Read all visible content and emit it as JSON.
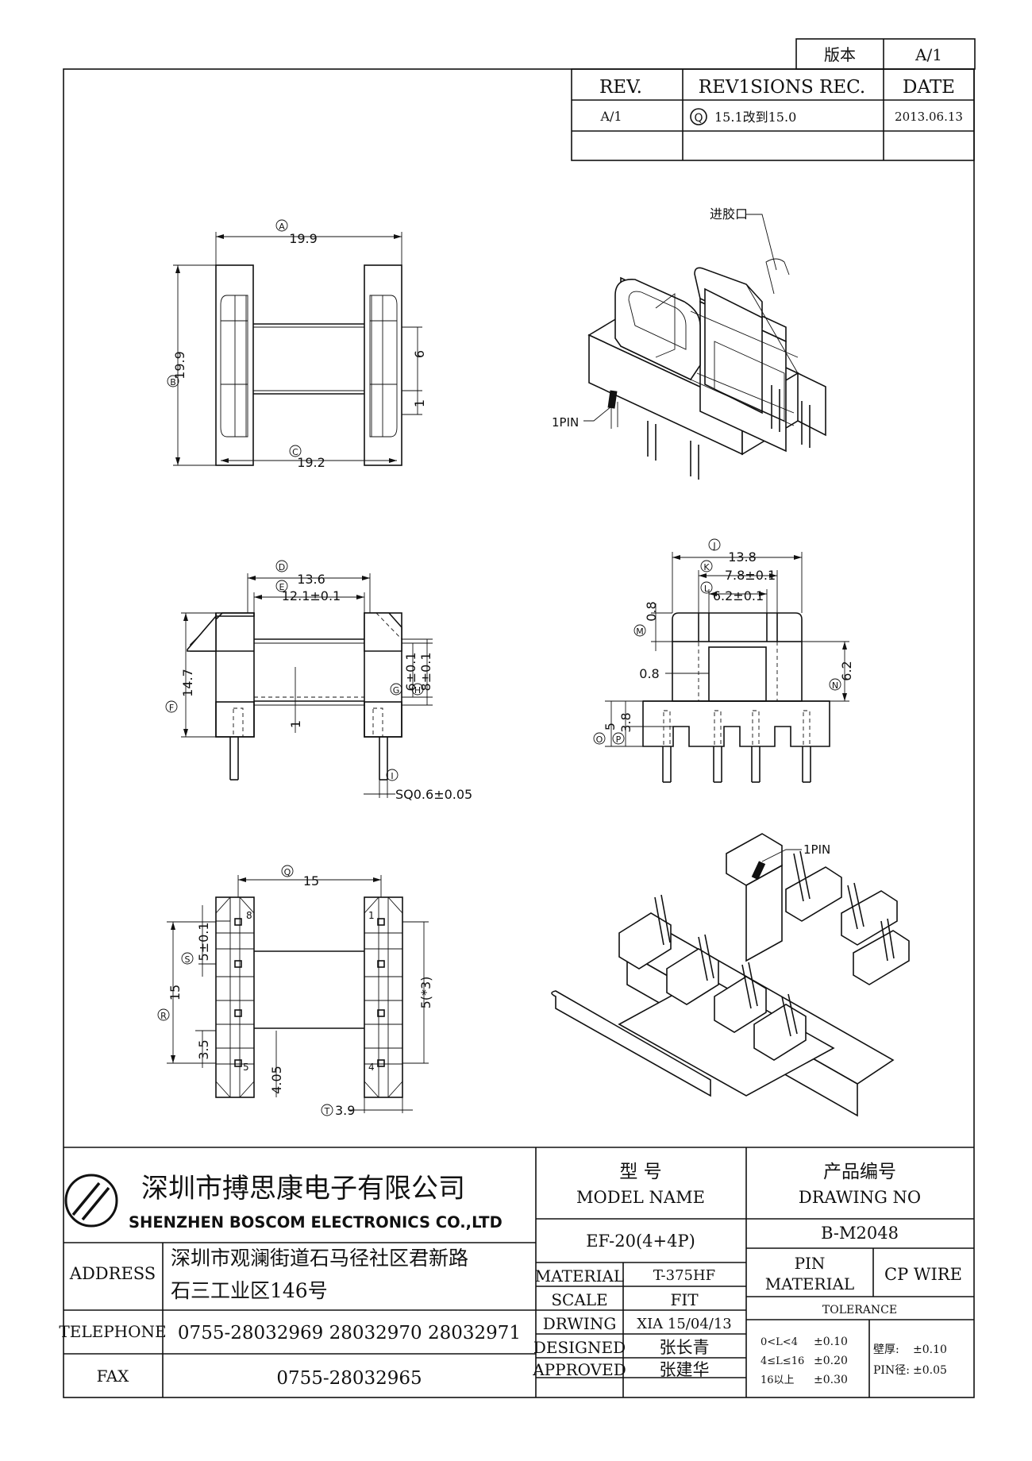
{
  "header": {
    "version_label": "版本",
    "version_value": "A/1",
    "rev_col": "REV.",
    "revisions_col": "REV1SIONS REC.",
    "date_col": "DATE",
    "rows": [
      {
        "rev": "A/1",
        "badge": "Q",
        "text": "15.1改到15.0",
        "date": "2013.06.13"
      }
    ]
  },
  "callouts": {
    "gate": "进胶口",
    "pin1_top": "1PIN",
    "pin1_bottom": "1PIN"
  },
  "dimensions": {
    "A": {
      "label": "A",
      "value": "19.9"
    },
    "B": {
      "label": "B",
      "value": "19.9"
    },
    "C": {
      "label": "C",
      "value": "19.2"
    },
    "v6": "6",
    "v1": "1",
    "D": {
      "label": "D",
      "value": "13.6"
    },
    "E": {
      "label": "E",
      "value": "12.1±0.1"
    },
    "F": {
      "label": "F",
      "value": "14.7"
    },
    "G": {
      "label": "G",
      "value": "6±0.1"
    },
    "H": {
      "label": "H",
      "value": "8±0.1"
    },
    "v1b": "1",
    "I": {
      "label": "I",
      "value": "SQ0.6±0.05"
    },
    "J": {
      "label": "J",
      "value": "13.8"
    },
    "K": {
      "label": "K",
      "value": "7.8±0.1"
    },
    "L": {
      "label": "L",
      "value": "6.2±0.1"
    },
    "M": {
      "label": "M",
      "value": "0.8"
    },
    "m08b": "0.8",
    "N": {
      "label": "N",
      "value": "6.2"
    },
    "O": {
      "label": "O",
      "value": "5"
    },
    "P": {
      "label": "P",
      "value": "3.8"
    },
    "Q": {
      "label": "Q",
      "value": "15"
    },
    "R": {
      "label": "R",
      "value": "15"
    },
    "S": {
      "label": "S",
      "value": "5±0.1"
    },
    "T": {
      "label": "T",
      "value": "3.9"
    },
    "v35": "3.5",
    "v405": "4.05",
    "v5x3": "5(*3)",
    "pins": [
      "8",
      "1",
      "5",
      "4"
    ]
  },
  "company": {
    "name_cn": "深圳市搏思康电子有限公司",
    "name_en": "SHENZHEN BOSCOM ELECTRONICS CO.,LTD",
    "address_label": "ADDRESS",
    "address_line1": "深圳市观澜街道石马径社区君新路",
    "address_line2": "石三工业区146号",
    "telephone_label": "TELEPHONE",
    "telephone": "0755-28032969 28032970 28032971",
    "fax_label": "FAX",
    "fax": "0755-28032965"
  },
  "title_block": {
    "model_cn": "型    号",
    "model_en": "MODEL NAME",
    "model_value": "EF-20(4+4P)",
    "drawing_cn": "产品编号",
    "drawing_en": "DRAWING NO",
    "drawing_value": "B-M2048",
    "material_label": "MATERIAL",
    "material_value": "T-375HF",
    "pin_material_label1": "PIN",
    "pin_material_label2": "MATERIAL",
    "pin_material_value": "CP WIRE",
    "scale_label": "SCALE",
    "scale_value": "FIT",
    "drwing_label": "DRWING",
    "drwing_value": "XIA 15/04/13",
    "designed_label": "DESIGNED",
    "designed_value": "张长青",
    "approved_label": "APPROVED",
    "approved_value": "张建华",
    "tolerance_label": "TOLERANCE",
    "tol_rows": [
      {
        "range": "0<L<4",
        "value": "±0.10"
      },
      {
        "range": "4≤L≤16",
        "value": "±0.20"
      },
      {
        "range": "16以上",
        "value": "±0.30"
      }
    ],
    "wall_label": "壁厚:",
    "wall_value": "±0.10",
    "pin_dia_label": "PIN径:",
    "pin_dia_value": "±0.05"
  }
}
